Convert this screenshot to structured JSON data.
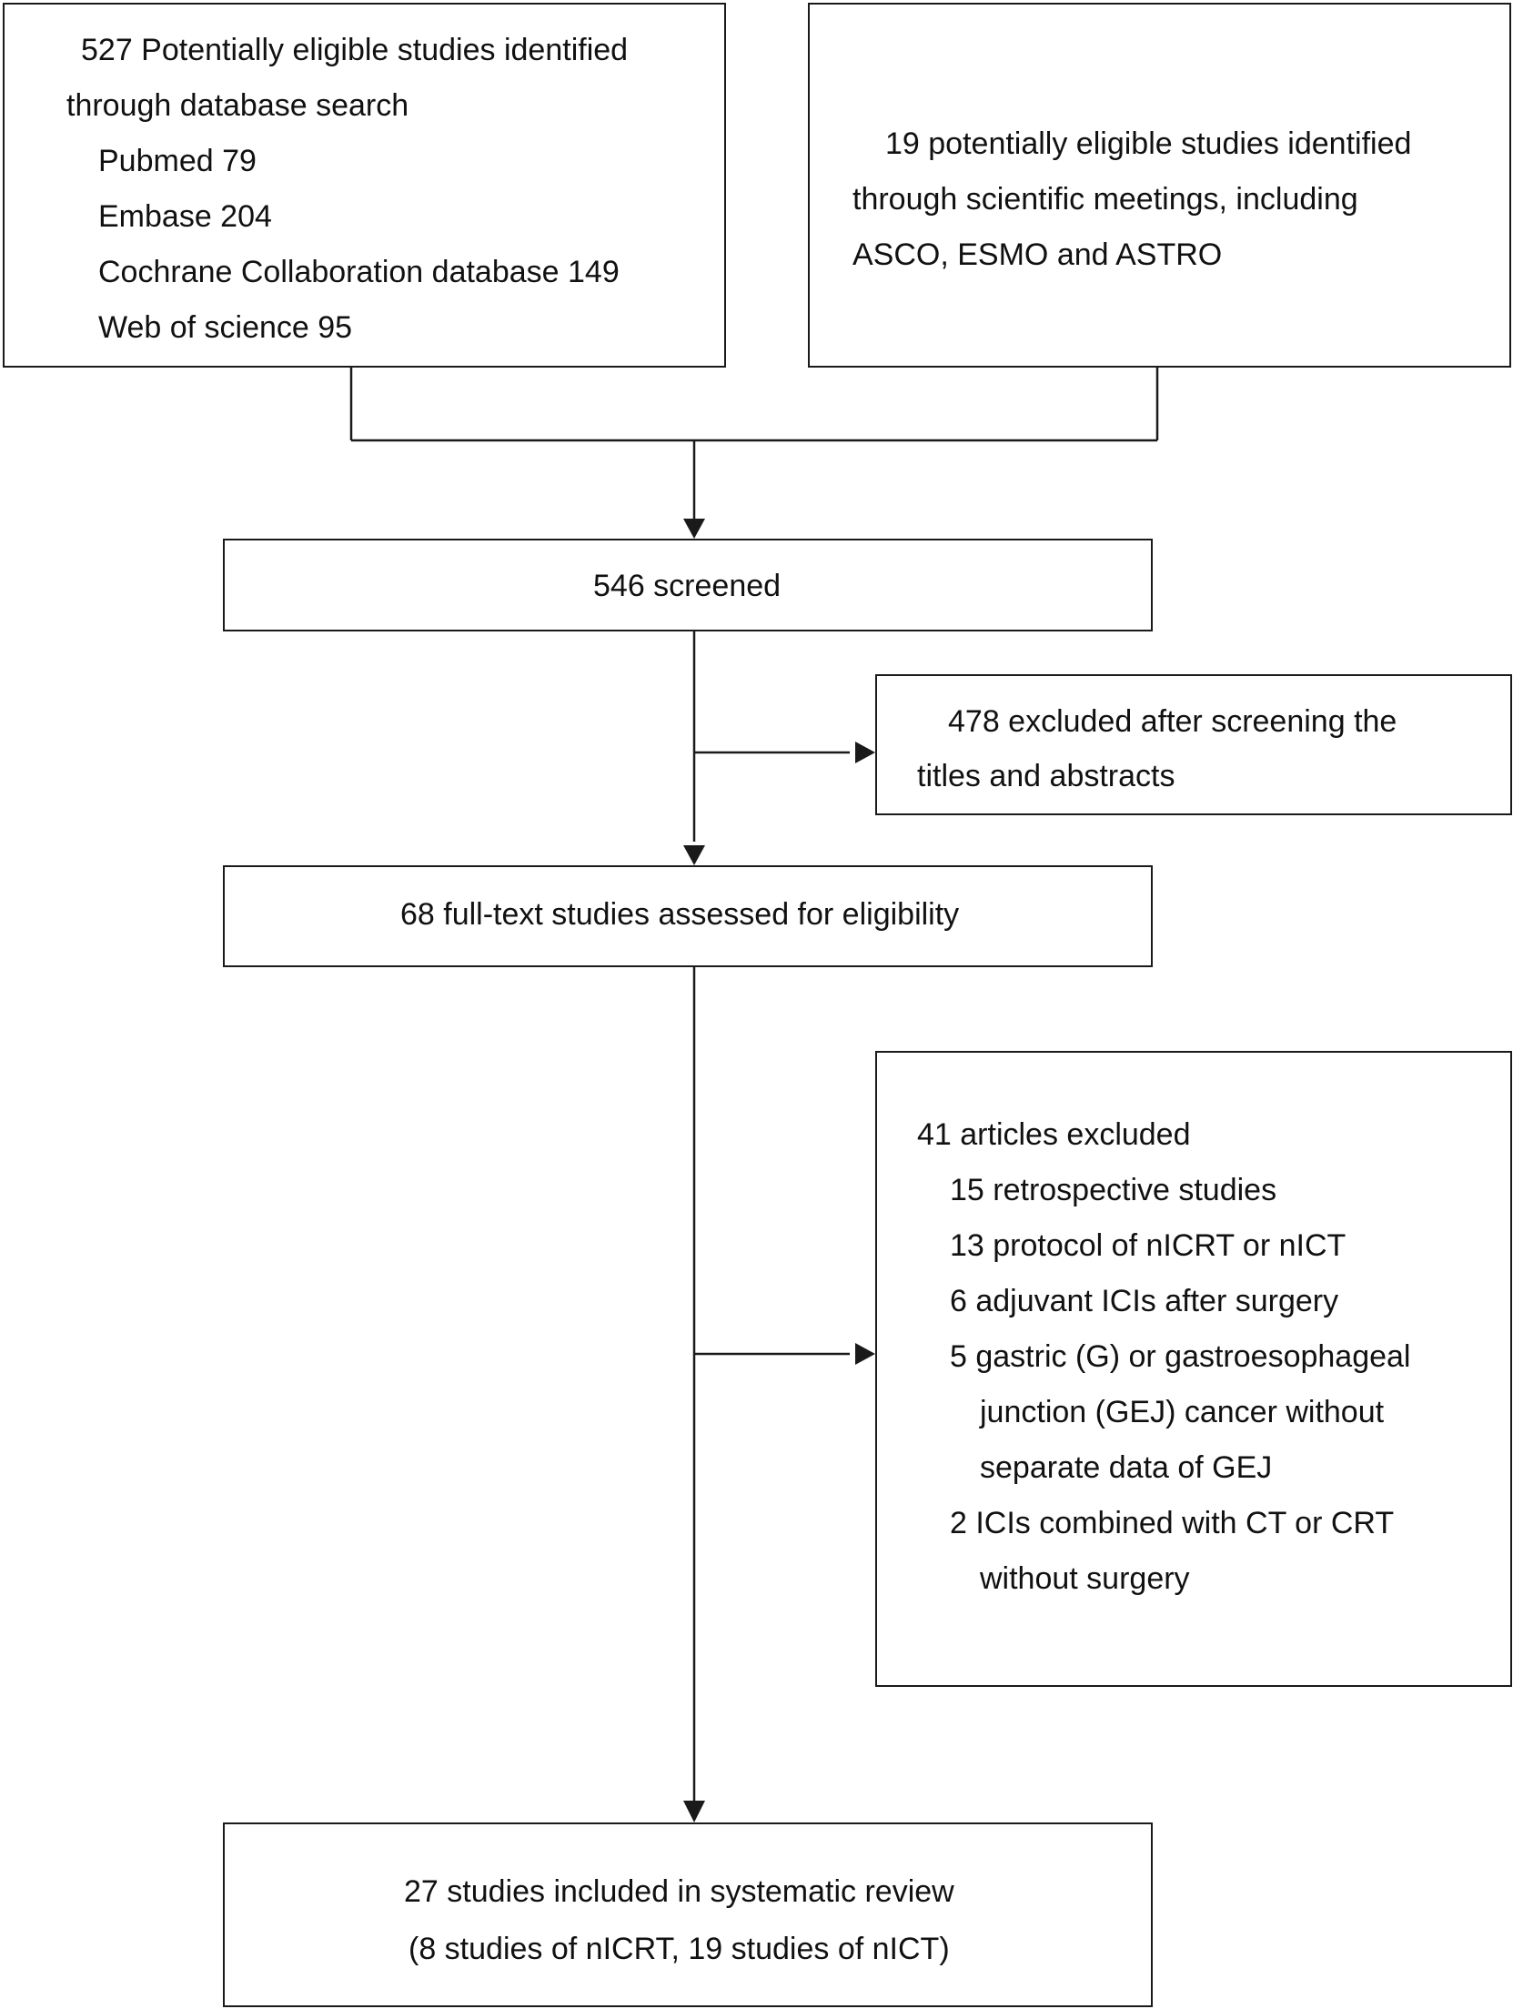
{
  "db_box": {
    "lines": [
      "527 Potentially eligible studies identified",
      "through database search",
      "Pubmed 79",
      "Embase 204",
      "Cochrane Collaboration database 149",
      "Web of science 95"
    ]
  },
  "meetings_box": {
    "lines": [
      "19 potentially eligible studies identified",
      "through scientific meetings, including",
      "ASCO, ESMO and ASTRO"
    ]
  },
  "screened_box": {
    "lines": [
      "546 screened"
    ]
  },
  "excluded_screen_box": {
    "lines": [
      "478 excluded after screening the",
      "titles and abstracts"
    ]
  },
  "fulltext_box": {
    "lines": [
      "68 full-text studies assessed for eligibility"
    ]
  },
  "excluded_articles_box": {
    "lines": [
      "41 articles excluded",
      "15 retrospective studies",
      "13 protocol of nICRT or nICT",
      "6 adjuvant ICIs after surgery",
      "5 gastric (G) or gastroesophageal",
      "junction (GEJ) cancer without",
      "separate data of GEJ",
      "2 ICIs combined with CT or CRT",
      "without surgery"
    ]
  },
  "included_box": {
    "lines": [
      "27 studies included in systematic review",
      "(8 studies of nICRT, 19 studies of nICT)"
    ]
  }
}
